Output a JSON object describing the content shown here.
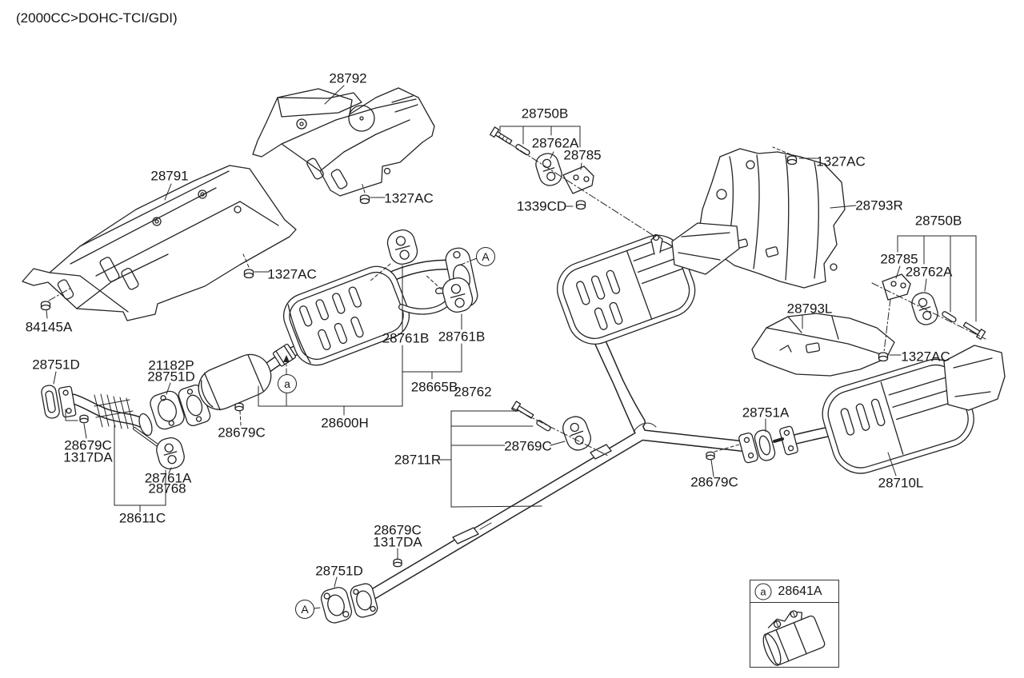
{
  "title": "(2000CC>DOHC-TCI/GDI)",
  "labels": {
    "p28792": "28792",
    "p28791": "28791",
    "p1327ac": "1327AC",
    "p84145a": "84145A",
    "p28750b": "28750B",
    "p28762a": "28762A",
    "p28785": "28785",
    "p1339cd": "1339CD",
    "p28793r": "28793R",
    "p28793l": "28793L",
    "p28761b": "28761B",
    "p28665b": "28665B",
    "p28762": "28762",
    "p28600h": "28600H",
    "p28751d": "28751D",
    "p21182p": "21182P",
    "p28679c": "28679C",
    "p1317da": "1317DA",
    "p28761a": "28761A",
    "p28768": "28768",
    "p28611c": "28611C",
    "p28711r": "28711R",
    "p28769c": "28769C",
    "p28751a": "28751A",
    "p28710l": "28710L",
    "p28641a": "28641A",
    "calloutA": "A",
    "callouta": "a"
  },
  "colors": {
    "line": "#242424",
    "background": "#ffffff"
  }
}
